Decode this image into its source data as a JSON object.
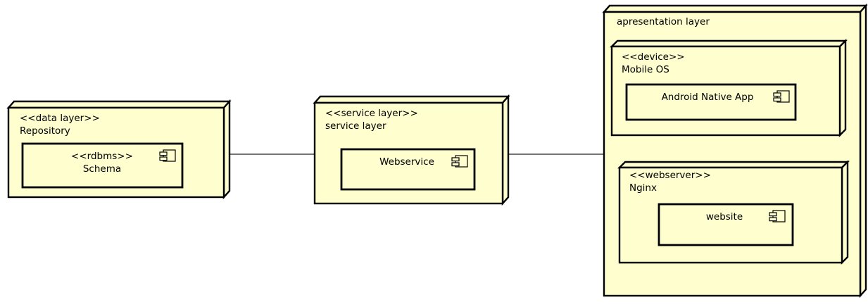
{
  "diagram": {
    "type": "uml-deployment-diagram",
    "background_color": "#ffffff",
    "node_fill_color": "#fefece",
    "node_border_color": "#000000",
    "link_color": "#202020"
  },
  "nodes": {
    "data_layer": {
      "stereotype": "<<data layer>>",
      "name": "Repository",
      "component": {
        "stereotype": "<<rdbms>>",
        "name": "Schema",
        "icon": "component-icon"
      }
    },
    "service_layer": {
      "stereotype": "<<service layer>>",
      "name": "service layer",
      "component": {
        "stereotype": "",
        "name": "Webservice",
        "icon": "component-icon"
      }
    },
    "presentation_layer": {
      "stereotype": "",
      "name": "apresentation layer",
      "children": {
        "mobile_os": {
          "stereotype": "<<device>>",
          "name": "Mobile OS",
          "component": {
            "stereotype": "",
            "name": "Android Native App",
            "icon": "component-icon"
          }
        },
        "nginx": {
          "stereotype": "<<webserver>>",
          "name": "Nginx",
          "component": {
            "stereotype": "",
            "name": "website",
            "icon": "component-icon"
          }
        }
      }
    }
  },
  "links": [
    {
      "from": "data_layer",
      "to": "service_layer",
      "style": "solid"
    },
    {
      "from": "service_layer",
      "to": "presentation_layer",
      "style": "solid"
    }
  ]
}
